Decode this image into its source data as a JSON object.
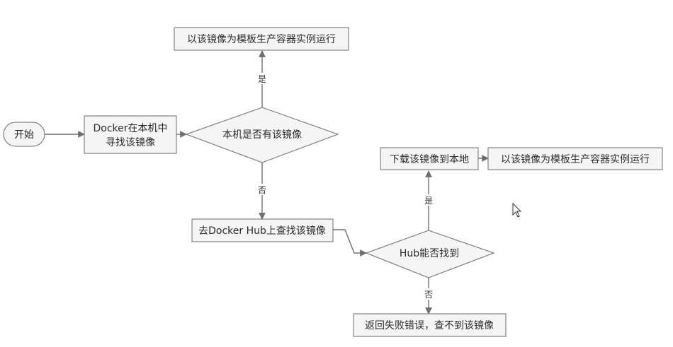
{
  "nodes": {
    "start": "开始",
    "search_local": [
      "Docker在本机中",
      "寻找该镜像"
    ],
    "has_image_local": "本机是否有该镜像",
    "run_local": "以该镜像为模板生产容器实例运行",
    "search_hub": "去Docker Hub上查找该镜像",
    "hub_found": "Hub能否找到",
    "download": "下载该镜像到本地",
    "run_downloaded": "以该镜像为模板生产容器实例运行",
    "error": "返回失败错误，查不到该镜像"
  },
  "edges": {
    "yes": "是",
    "no": "否"
  },
  "colors": {
    "box_fill": "#f5f5f5",
    "border": "#6b6b6b",
    "arrow": "#6f6f6f",
    "text": "#2b2b2b"
  }
}
